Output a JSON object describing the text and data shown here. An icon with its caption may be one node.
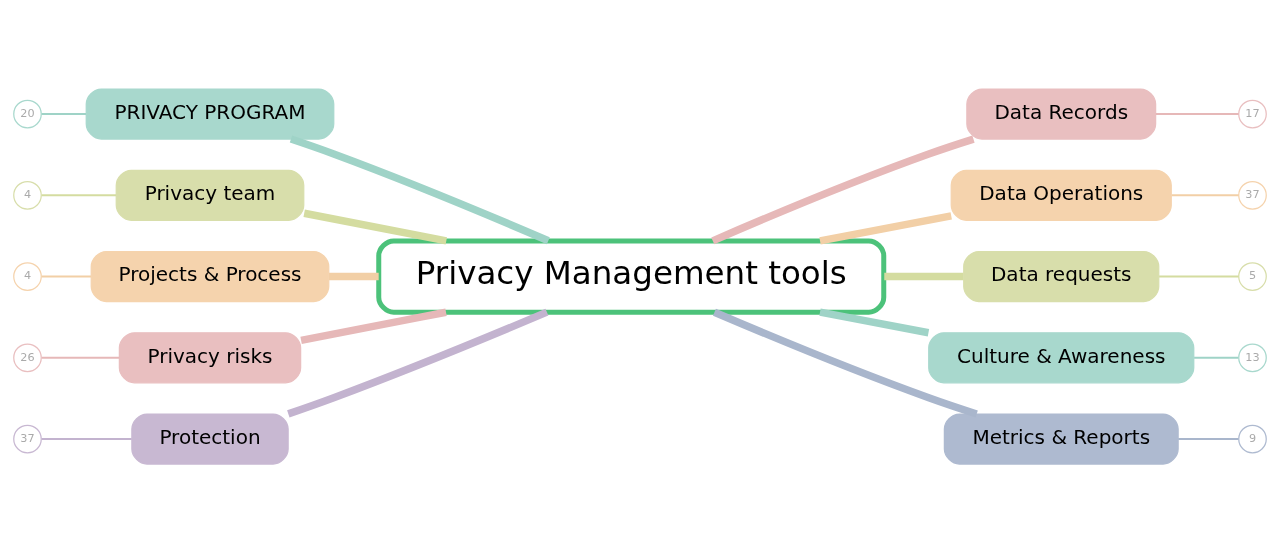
{
  "diagram": {
    "nodes": [
      {
        "text": [
          "Privacy Management tools"
        ]
      },
      {
        "text": [
          "PRIVACY PROGRAM"
        ]
      },
      {
        "text": [
          "Privacy team"
        ]
      },
      {
        "text": [
          "Projects & Process"
        ]
      },
      {
        "text": [
          "Privacy risks"
        ]
      },
      {
        "text": [
          "Protection"
        ]
      },
      {
        "text": [
          "Data Records"
        ]
      },
      {
        "text": [
          "Data Operations"
        ]
      },
      {
        "text": [
          "Data requests"
        ]
      },
      {
        "text": [
          "Culture & Awareness"
        ]
      },
      {
        "text": [
          "Metrics & Reports"
        ]
      },
      {
        "text": [
          "20"
        ]
      },
      {
        "text": [
          "4"
        ]
      },
      {
        "text": [
          "4"
        ]
      },
      {
        "text": [
          "26"
        ]
      },
      {
        "text": [
          "37"
        ]
      },
      {
        "text": [
          "17"
        ]
      },
      {
        "text": [
          "37"
        ]
      },
      {
        "text": [
          "5"
        ]
      },
      {
        "text": [
          "13"
        ]
      },
      {
        "text": [
          "9"
        ]
      }
    ],
    "edges": [
      {
        "from": 1,
        "to": 0,
        "arrow": "none",
        "style": "thick",
        "color": "#9fd3c7"
      },
      {
        "from": 2,
        "to": 0,
        "arrow": "none",
        "style": "thick",
        "color": "#d4dca0"
      },
      {
        "from": 3,
        "to": 0,
        "arrow": "none",
        "style": "thick",
        "color": "#f2cfa6"
      },
      {
        "from": 4,
        "to": 0,
        "arrow": "none",
        "style": "thick",
        "color": "#e6b8b8"
      },
      {
        "from": 5,
        "to": 0,
        "arrow": "none",
        "style": "thick",
        "color": "#c3b3cf"
      },
      {
        "from": 0,
        "to": 6,
        "arrow": "none",
        "style": "thick",
        "color": "#e6b8b8"
      },
      {
        "from": 0,
        "to": 7,
        "arrow": "none",
        "style": "thick",
        "color": "#f2cfa6"
      },
      {
        "from": 0,
        "to": 8,
        "arrow": "none",
        "style": "thick",
        "color": "#d4dca0"
      },
      {
        "from": 0,
        "to": 9,
        "arrow": "none",
        "style": "thick",
        "color": "#9fd3c7"
      },
      {
        "from": 0,
        "to": 10,
        "arrow": "none",
        "style": "thick",
        "color": "#a9b6cc"
      },
      {
        "from": 11,
        "to": 1,
        "arrow": "none",
        "color": "#9fd3c7"
      },
      {
        "from": 12,
        "to": 2,
        "arrow": "none",
        "color": "#d4dca0"
      },
      {
        "from": 13,
        "to": 3,
        "arrow": "none",
        "color": "#f2cfa6"
      },
      {
        "from": 14,
        "to": 4,
        "arrow": "none",
        "color": "#e6b8b8"
      },
      {
        "from": 15,
        "to": 5,
        "arrow": "none",
        "color": "#c3b3cf"
      },
      {
        "from": 6,
        "to": 16,
        "arrow": "none",
        "color": "#e6b8b8"
      },
      {
        "from": 7,
        "to": 17,
        "arrow": "none",
        "color": "#f2cfa6"
      },
      {
        "from": 8,
        "to": 18,
        "arrow": "none",
        "color": "#d4dca0"
      },
      {
        "from": 9,
        "to": 19,
        "arrow": "none",
        "color": "#9fd3c7"
      },
      {
        "from": 10,
        "to": 20,
        "arrow": "none",
        "color": "#a9b6cc"
      }
    ]
  }
}
